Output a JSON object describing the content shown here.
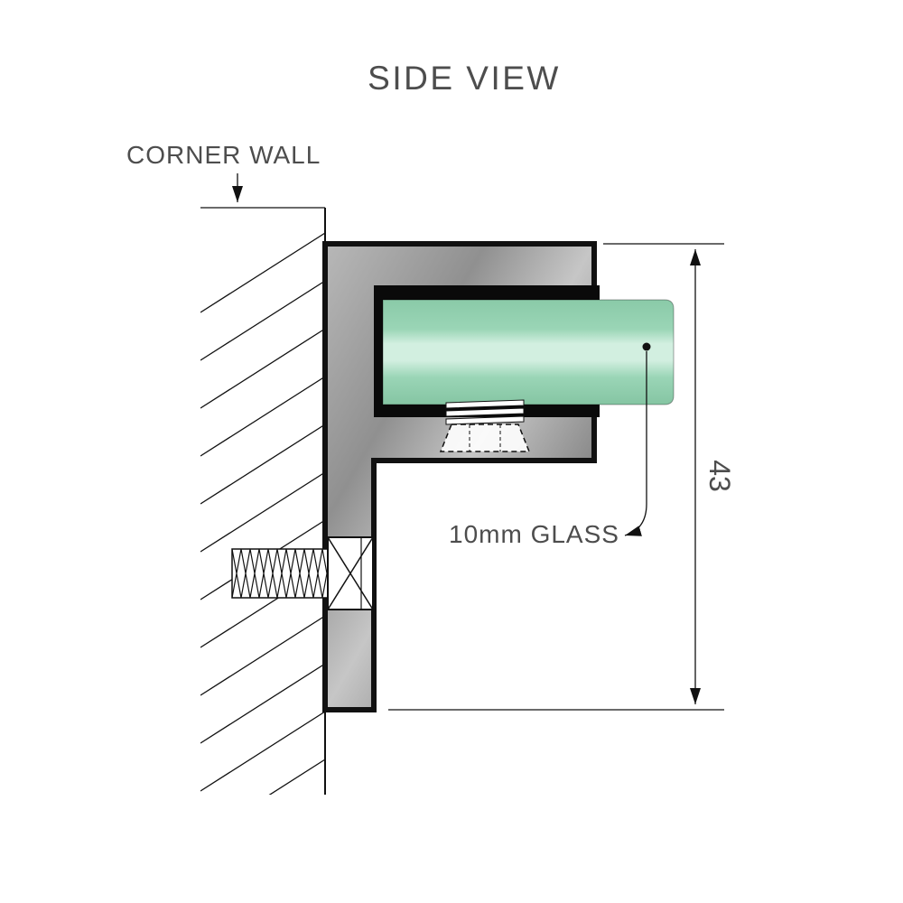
{
  "title": "SIDE VIEW",
  "labels": {
    "corner_wall": "CORNER WALL",
    "glass": "10mm GLASS",
    "dimension_height": "43"
  },
  "diagram": {
    "type": "technical-side-view",
    "view_name": "SIDE VIEW",
    "glass_thickness": "10mm GLASS",
    "bracket_height": "43"
  },
  "colors": {
    "glass_green": "#9bd5b6",
    "glass_highlight": "#d2efe0",
    "metal_gray_light": "#c2c2c2",
    "metal_gray_dark": "#8c8c8c",
    "channel_black": "#0a0a0a",
    "line": "#111111",
    "text": "#4d4d4d",
    "background": "#ffffff"
  }
}
